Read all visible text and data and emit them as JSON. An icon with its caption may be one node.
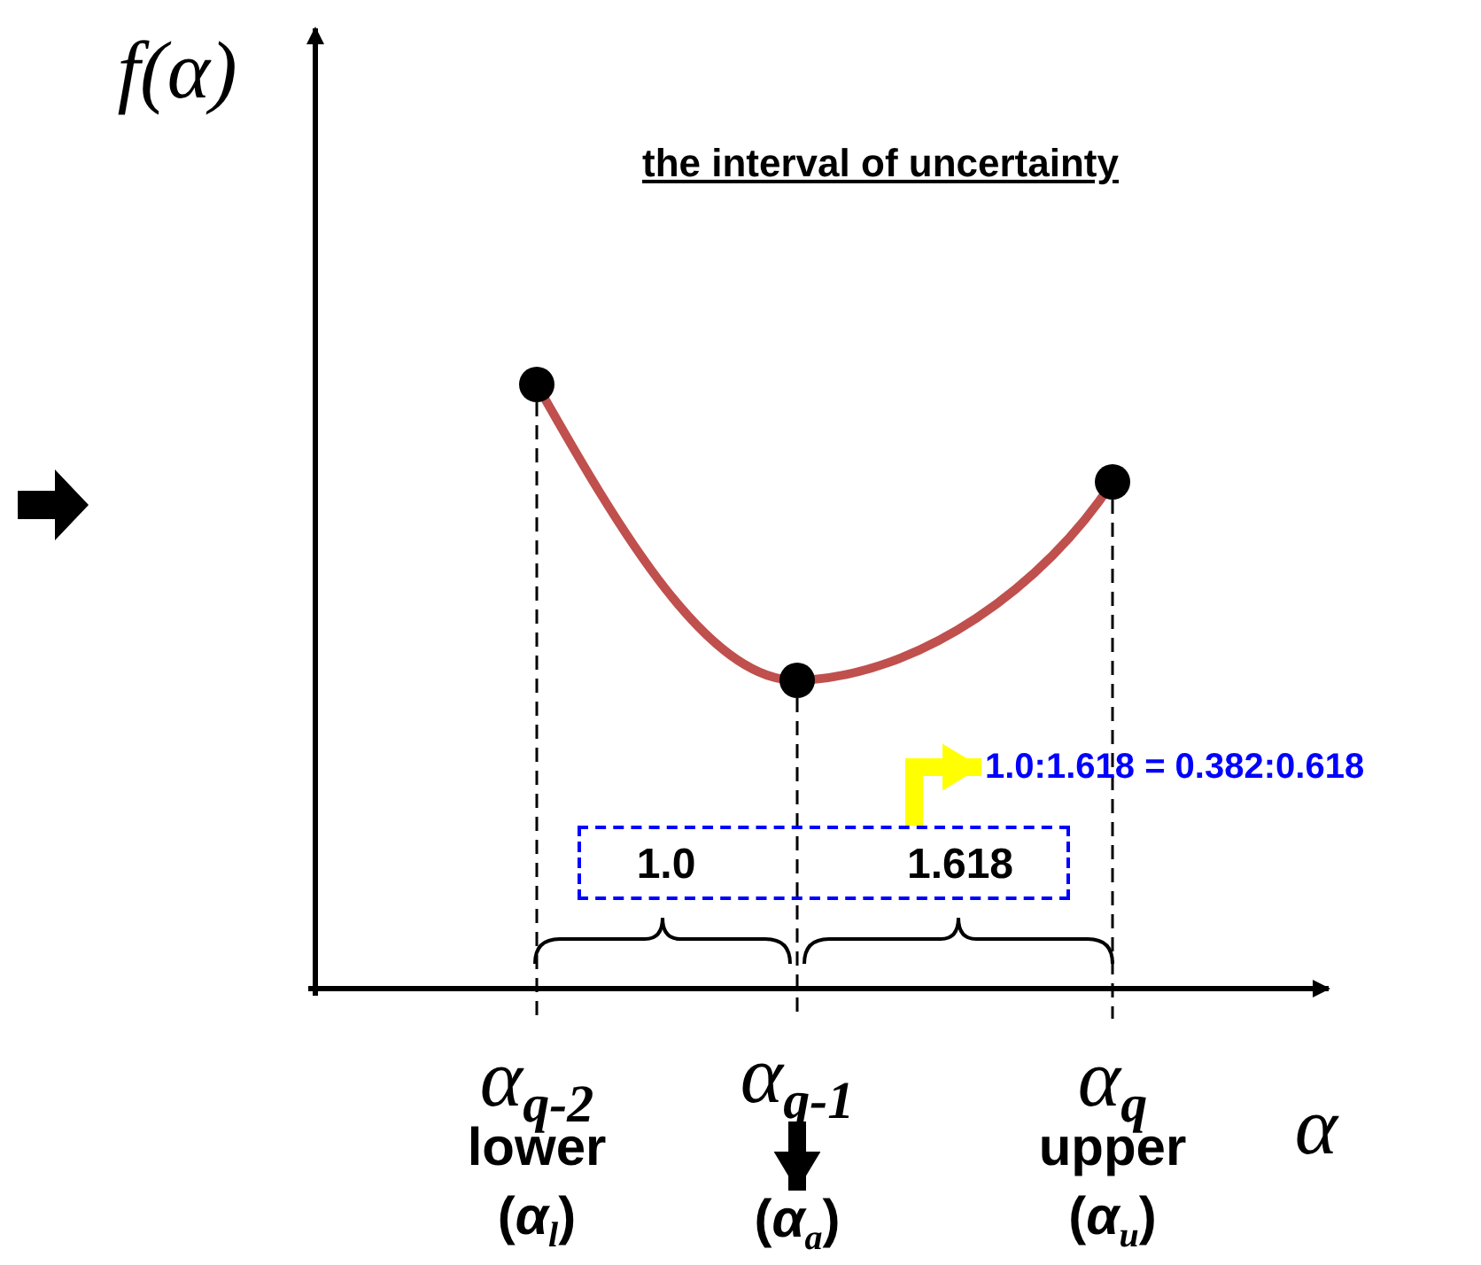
{
  "diagram": {
    "title": "the interval of uncertainty",
    "nodes": [
      {
        "text": [
          "1.0",
          "1.618"
        ]
      },
      {
        "text": [
          "1.0:1.618 = 0.382:0.618"
        ]
      },
      {
        "text": [
          "α$_{q-1}$"
        ]
      },
      {
        "text": [
          "(*α*$_{a}$)"
        ]
      }
    ],
    "edges": [
      {
        "from": 0,
        "to": 1,
        "arrow": "to",
        "color": "#ffff00"
      },
      {
        "from": 2,
        "to": 3,
        "arrow": "to",
        "color": "#000000"
      }
    ],
    "labels": [
      "f(α)",
      "α",
      "α$_{q-2}$",
      "lower",
      "(*α*$_{l}$)",
      "α$_{q}$",
      "upper",
      "(*α*$_{u}$)"
    ]
  }
}
